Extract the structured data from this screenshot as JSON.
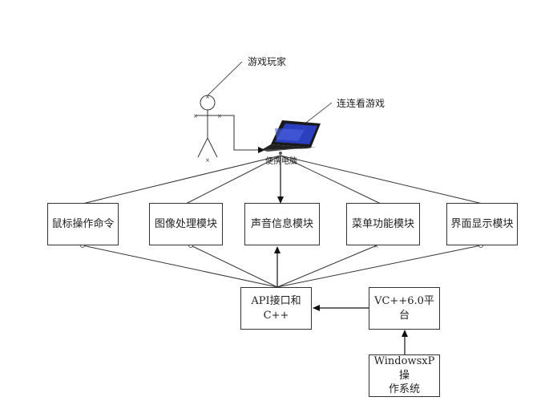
{
  "actors": {
    "player": "游戏玩家",
    "game": "连连看游戏",
    "laptop": "便携电脑"
  },
  "modules": {
    "mouse": "鼠标操作命令",
    "image": "图像处理模块",
    "sound": "声音信息模块",
    "menu": "菜单功能模块",
    "ui": "界面显示模块"
  },
  "base": {
    "api": "API接口和C++",
    "vc": "VC++6.0平台",
    "os_line1": "WindowsxP操",
    "os_line2": "作系统"
  },
  "colors": {
    "line": "#333333",
    "screen": "#2b3fbf"
  }
}
